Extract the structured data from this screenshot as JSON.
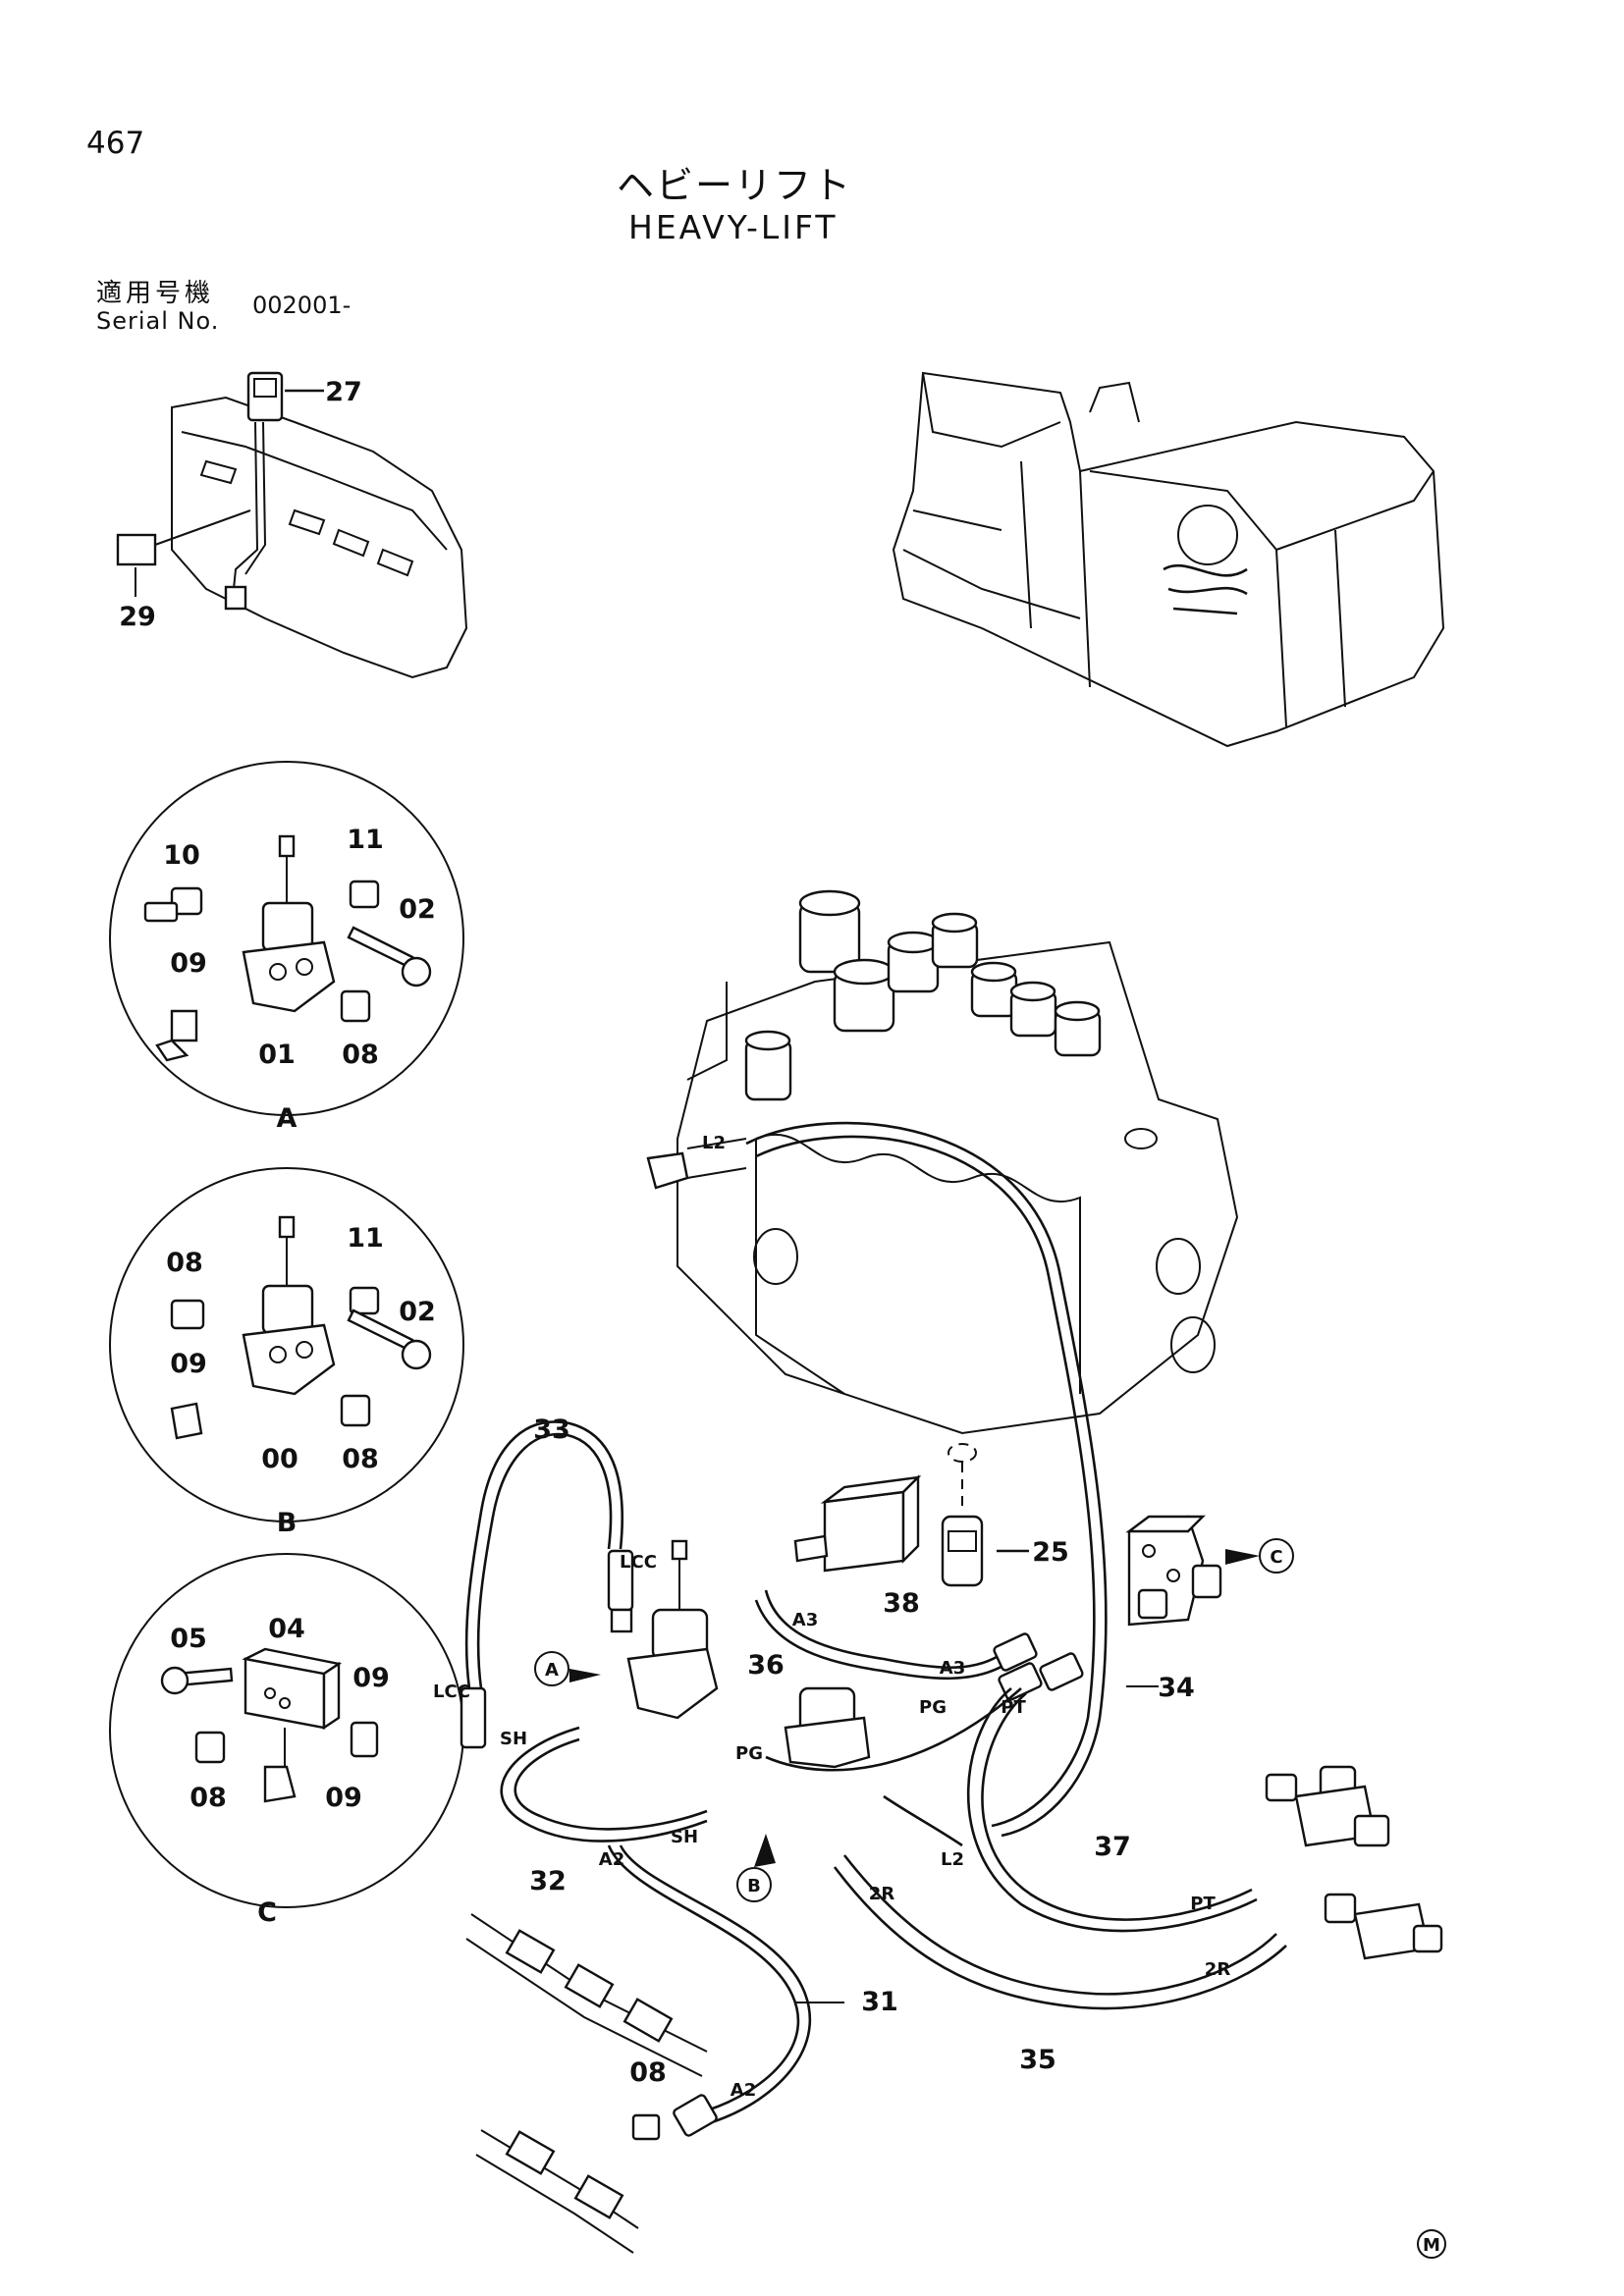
{
  "header": {
    "page_number": "467",
    "title_ja": "ヘビーリフト",
    "title_en": "HEAVY-LIFT",
    "serial_label_ja": "適用号機",
    "serial_label_en": "Serial No.",
    "serial_value": "002001-"
  },
  "callouts": {
    "p27": "27",
    "p29": "29",
    "p25": "25",
    "p31": "31",
    "p32": "32",
    "p33": "33",
    "p34": "34",
    "p35": "35",
    "p36": "36",
    "p37": "37",
    "p38": "38",
    "p08_bottom": "08"
  },
  "detail_a": {
    "label": "A",
    "parts": {
      "p10": "10",
      "p11": "11",
      "p02": "02",
      "p09": "09",
      "p01": "01",
      "p08": "08"
    }
  },
  "detail_b": {
    "label": "B",
    "parts": {
      "p08": "08",
      "p11": "11",
      "p02": "02",
      "p09": "09",
      "p00": "00",
      "p08b": "08"
    }
  },
  "detail_c": {
    "label": "C",
    "parts": {
      "p04": "04",
      "p05": "05",
      "p09": "09",
      "p08": "08",
      "p09b": "09"
    }
  },
  "ports": {
    "l2_valve": "L2",
    "l2_lower": "L2",
    "lcc_top": "LCC",
    "lcc_left": "LCC",
    "a3_left": "A3",
    "a3_right": "A3",
    "pg_left": "PG",
    "pg_right": "PG",
    "pt_upper": "PT",
    "pt_lower": "PT",
    "sh_left": "SH",
    "sh_right": "SH",
    "a2_upper": "A2",
    "a2_lower": "A2",
    "r2_left": "2R",
    "r2_right": "2R"
  },
  "markers": {
    "a": "A",
    "b": "B",
    "c": "C"
  },
  "footer": {
    "logo_letter": "M"
  }
}
